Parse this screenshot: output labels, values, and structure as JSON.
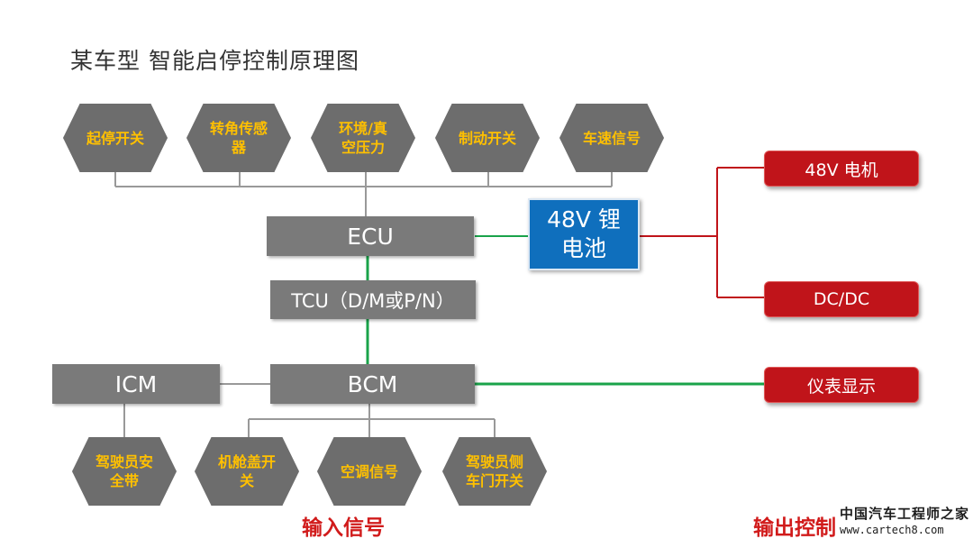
{
  "title": "某车型 智能启停控制原理图",
  "inputs_top": [
    "起停开关",
    "转角传感器",
    "环境/真空压力",
    "制动开关",
    "车速信号"
  ],
  "inputs_bottom": [
    "驾驶员安全带",
    "机舱盖开关",
    "空调信号",
    "驾驶员侧车门开关"
  ],
  "modules": {
    "ecu": "ECU",
    "tcu": "TCU（D/M或P/N）",
    "bcm": "BCM",
    "icm": "ICM",
    "battery": "48V 锂电池"
  },
  "outputs": [
    "48V 电机",
    "DC/DC",
    "仪表显示"
  ],
  "labels": {
    "inputs": "输入信号",
    "outputs": "输出控制"
  },
  "watermark": {
    "line1": "中国汽车工程师之家",
    "line2": "www.cartech8.com"
  },
  "colors": {
    "hex_fill": "#6d6d6d",
    "hex_text": "#ffc000",
    "module_gray": "#7a7a7a",
    "battery_blue": "#0f6fbd",
    "output_red": "#c0141a",
    "green_link": "#1aa34a",
    "red_link": "#c0141a",
    "gray_link": "#999999"
  }
}
